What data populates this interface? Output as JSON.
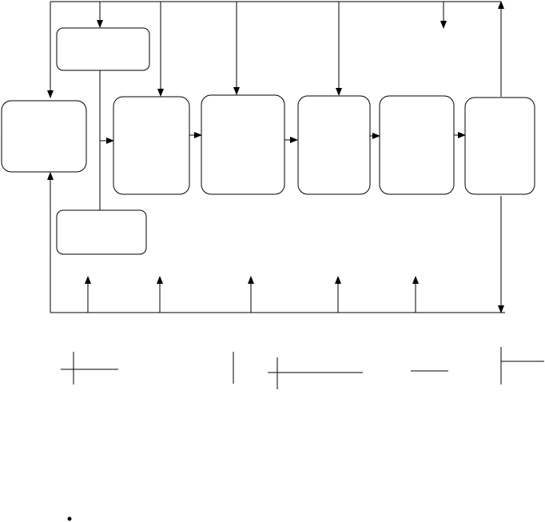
{
  "diagram": {
    "stroke_color": "#000000",
    "background_color": "#ffffff",
    "boxes": [
      {
        "id": "top-label-box",
        "label": ""
      },
      {
        "id": "left-box",
        "label": ""
      },
      {
        "id": "bottom-label-box",
        "label": ""
      },
      {
        "id": "stage-box-1",
        "label": ""
      },
      {
        "id": "stage-box-2",
        "label": ""
      },
      {
        "id": "stage-box-3",
        "label": ""
      },
      {
        "id": "stage-box-4",
        "label": ""
      },
      {
        "id": "stage-box-5",
        "label": ""
      }
    ],
    "flow": [
      "left-box",
      "stage-box-1",
      "stage-box-2",
      "stage-box-3",
      "stage-box-4",
      "stage-box-5"
    ],
    "legend_items": [
      {
        "id": "legend-line-1",
        "label": ""
      },
      {
        "id": "legend-line-2",
        "label": ""
      },
      {
        "id": "legend-line-3",
        "label": ""
      },
      {
        "id": "legend-line-4",
        "label": ""
      },
      {
        "id": "legend-line-5",
        "label": ""
      }
    ],
    "bullet_text": ""
  }
}
